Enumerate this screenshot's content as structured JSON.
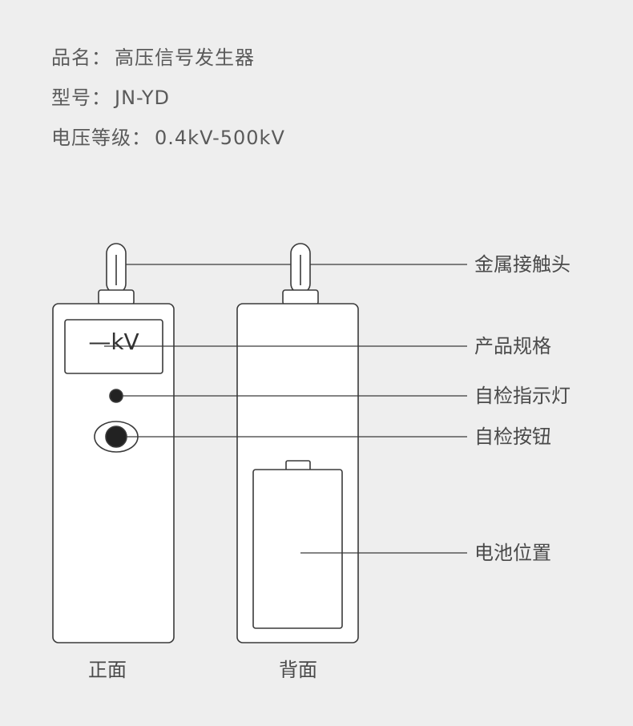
{
  "specs": [
    {
      "label": "品名：",
      "value": "高压信号发生器"
    },
    {
      "label": "型号：",
      "value": "JN-YD"
    },
    {
      "label": "电压等级：",
      "value": "0.4kV-500kV"
    }
  ],
  "display_text": "—kV",
  "callouts": {
    "contact": "金属接触头",
    "spec": "产品规格",
    "indicator": "自检指示灯",
    "button": "自检按钮",
    "battery": "电池位置"
  },
  "captions": {
    "front": "正面",
    "back": "背面"
  },
  "colors": {
    "background": "#eeeeee",
    "line": "#3a3a3a",
    "text": "#4a4a4a"
  }
}
